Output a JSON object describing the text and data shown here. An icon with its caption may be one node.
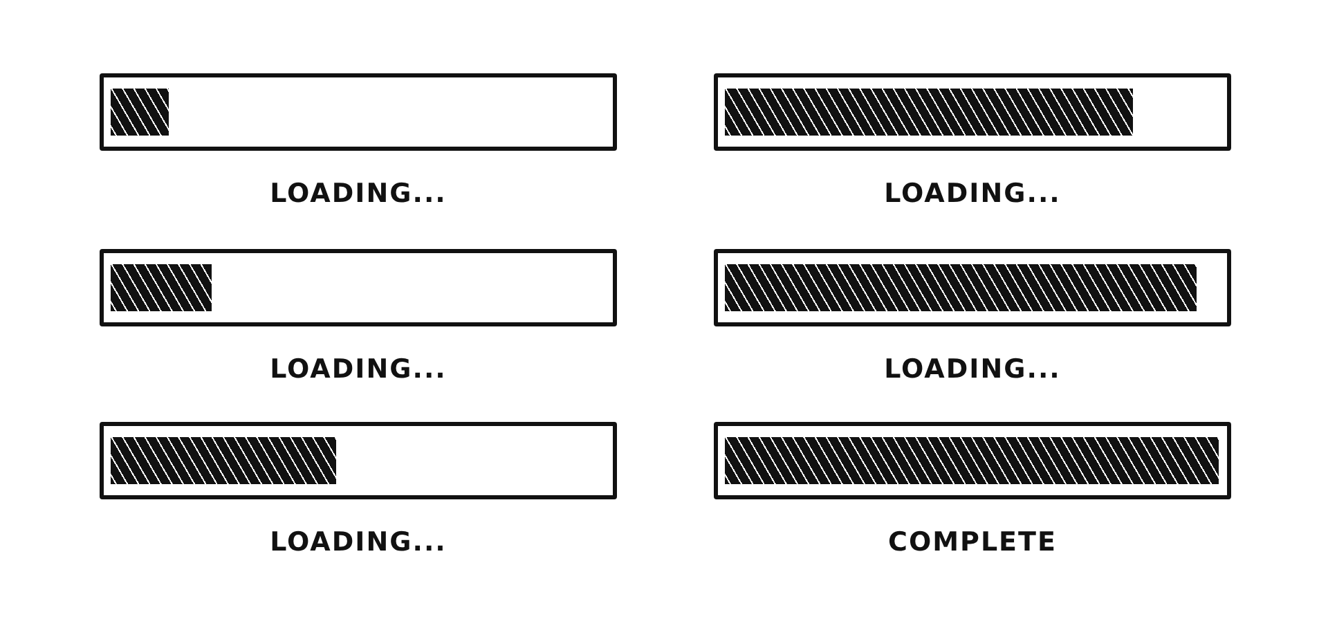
{
  "diagram": {
    "nodes": [
      {
        "text": [
          "LOADING..."
        ]
      },
      {
        "text": [
          "LOADING..."
        ]
      },
      {
        "text": [
          "LOADING..."
        ]
      },
      {
        "text": [
          "LOADING..."
        ]
      },
      {
        "text": [
          "LOADING..."
        ]
      },
      {
        "text": [
          "COMPLETE"
        ]
      }
    ]
  }
}
